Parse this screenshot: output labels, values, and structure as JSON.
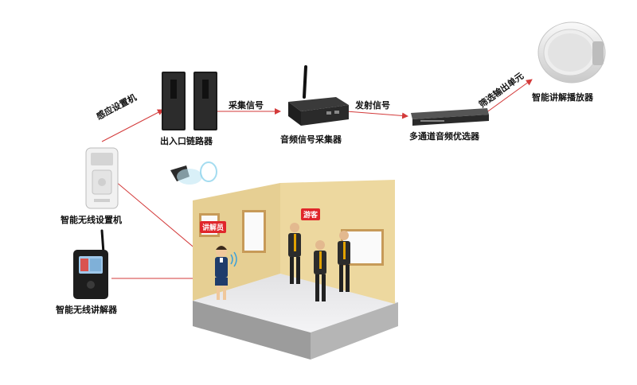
{
  "devices": {
    "router": {
      "label": "出入口链路器"
    },
    "collector": {
      "label": "音频信号采集器"
    },
    "selector": {
      "label": "多通道音频优选器"
    },
    "speaker": {
      "label": "智能讲解播放器"
    },
    "setter": {
      "label": "智能无线设置机"
    },
    "guide_device": {
      "label": "智能无线讲解器"
    }
  },
  "connections": {
    "setter_to_router": "感应设置机",
    "router_to_collector": "采集信号",
    "collector_to_selector": "发射信号",
    "selector_to_speaker": "筛选输出单元"
  },
  "scene": {
    "guide_tag": "讲解员",
    "visitor_tag": "游客"
  },
  "colors": {
    "line": "#d33a3a",
    "wall": "#e6cf93",
    "tag": "#e0262b"
  }
}
